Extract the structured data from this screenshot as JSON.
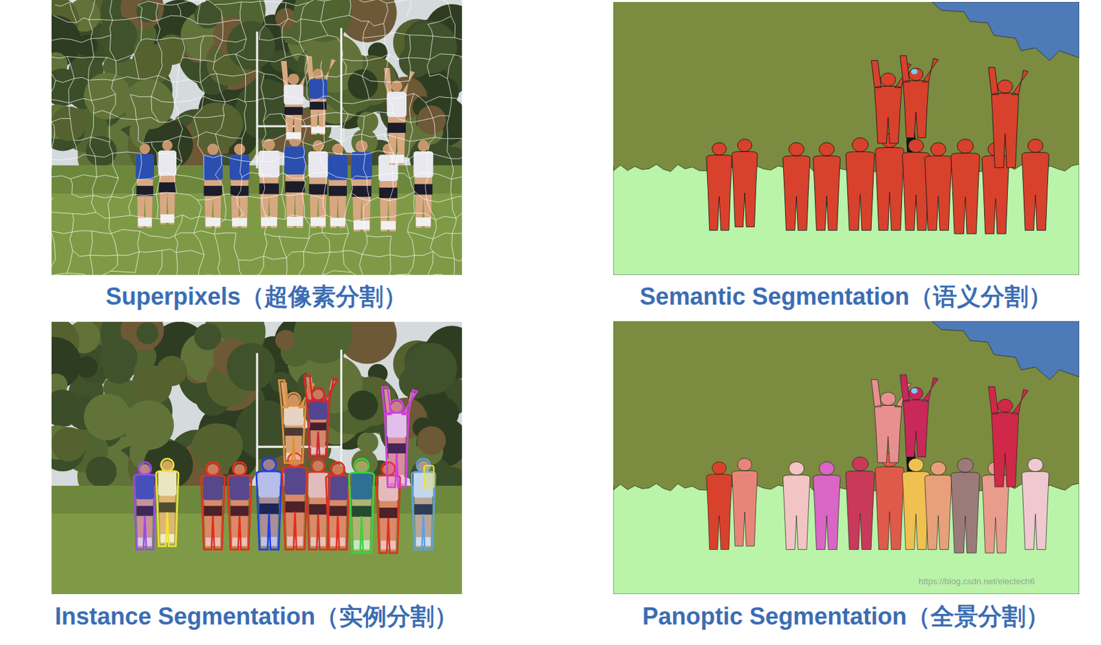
{
  "diagram": {
    "nodes": [
      {
        "text": [
          "Superpixels（超像素分割）"
        ]
      },
      {
        "text": [
          "Semantic Segmentation（语义分割）"
        ]
      },
      {
        "text": [
          "Instance Segmentation（实例分割）"
        ]
      },
      {
        "text": [
          "Panoptic Segmentation（全景分割）"
        ]
      }
    ],
    "labels": [
      "https://blog.csdn.net/electech6"
    ]
  }
}
